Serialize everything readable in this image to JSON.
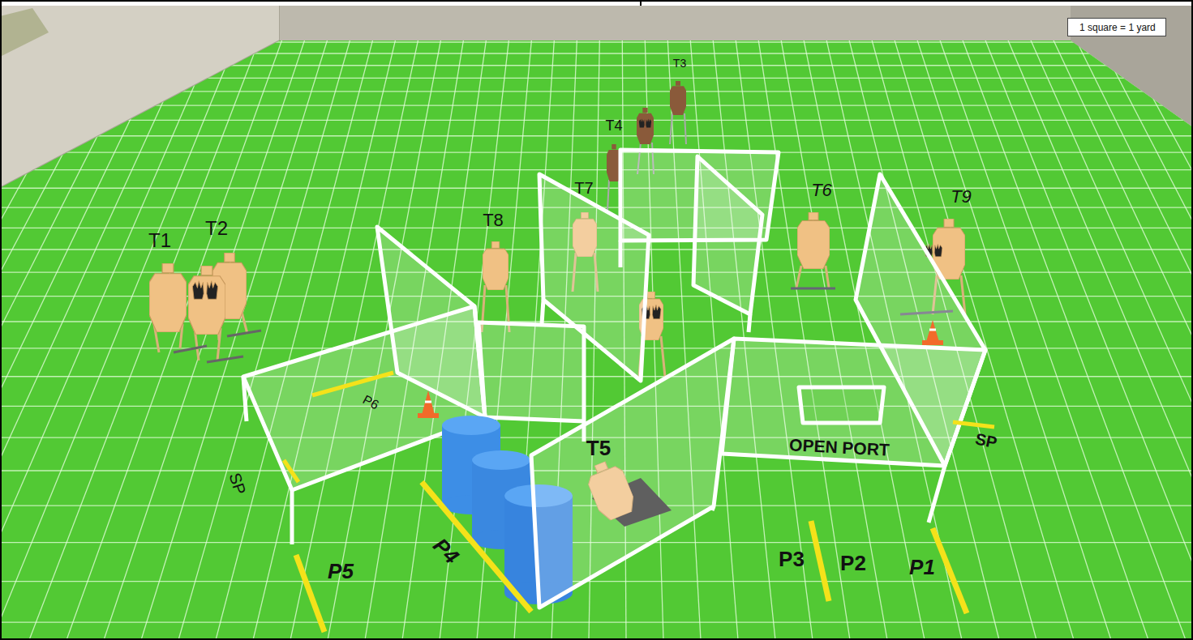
{
  "diagram": {
    "nodes": [
      {
        "text": [
          "1 square = 1 yard"
        ]
      }
    ],
    "labels": [
      "T3",
      "T4",
      "T7",
      "T6",
      "T9",
      "T1",
      "T2",
      "T8",
      "P6",
      "SP",
      "T5",
      "OPEN PORT",
      "SP",
      "P5",
      "P4",
      "P3",
      "P2",
      "P1"
    ]
  }
}
